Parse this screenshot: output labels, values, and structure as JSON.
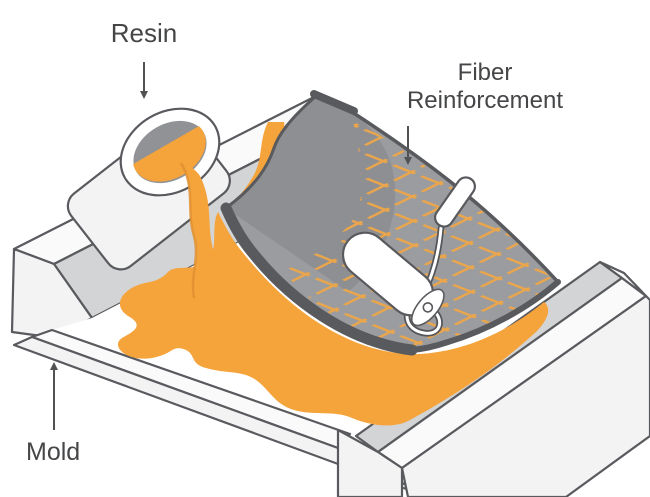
{
  "diagram": {
    "labels": {
      "resin": "Resin",
      "fiber_reinforcement_line1": "Fiber",
      "fiber_reinforcement_line2": "Reinforcement",
      "mold": "Mold"
    },
    "colors": {
      "background": "#FFFFFF",
      "resin_orange": "#F5A43C",
      "resin_shadow": "#E09030",
      "fiber_gray": "#9B9C9F",
      "fiber_steep_shadow": "#8E8F93",
      "fiber_dark_edge": "#595A5E",
      "grid_orange": "#EBA64B",
      "mold_face_white": "#F3F3F4",
      "mold_top_white": "#FAFAFB",
      "mold_inner_gray": "#D3D4D6",
      "cup_interior_gray": "#909295",
      "outline_gray": "#595A5E",
      "label_text": "#454648"
    }
  }
}
